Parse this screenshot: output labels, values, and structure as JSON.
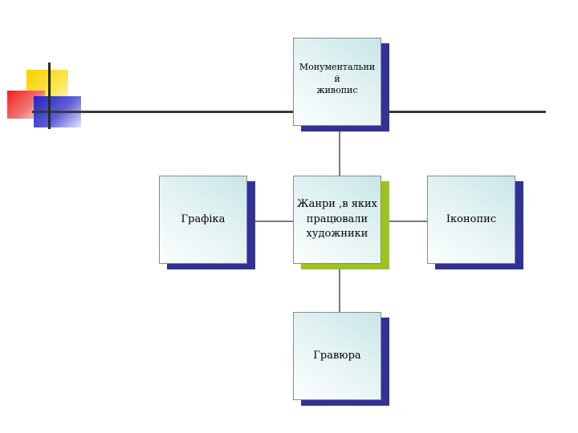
{
  "diagram": {
    "top": "Монументальни\nй\nживопис",
    "left": "Графіка",
    "center": "Жанри ,в яких\nпрацювали\nхудожники",
    "right": "Іконопис",
    "bottom": "Гравюра"
  },
  "colors": {
    "node_shadow": "#323296",
    "center_shadow": "#9cc31e",
    "decor_yellow": "#f7d000",
    "decor_red": "#ee2222",
    "decor_blue": "#2424b8"
  }
}
